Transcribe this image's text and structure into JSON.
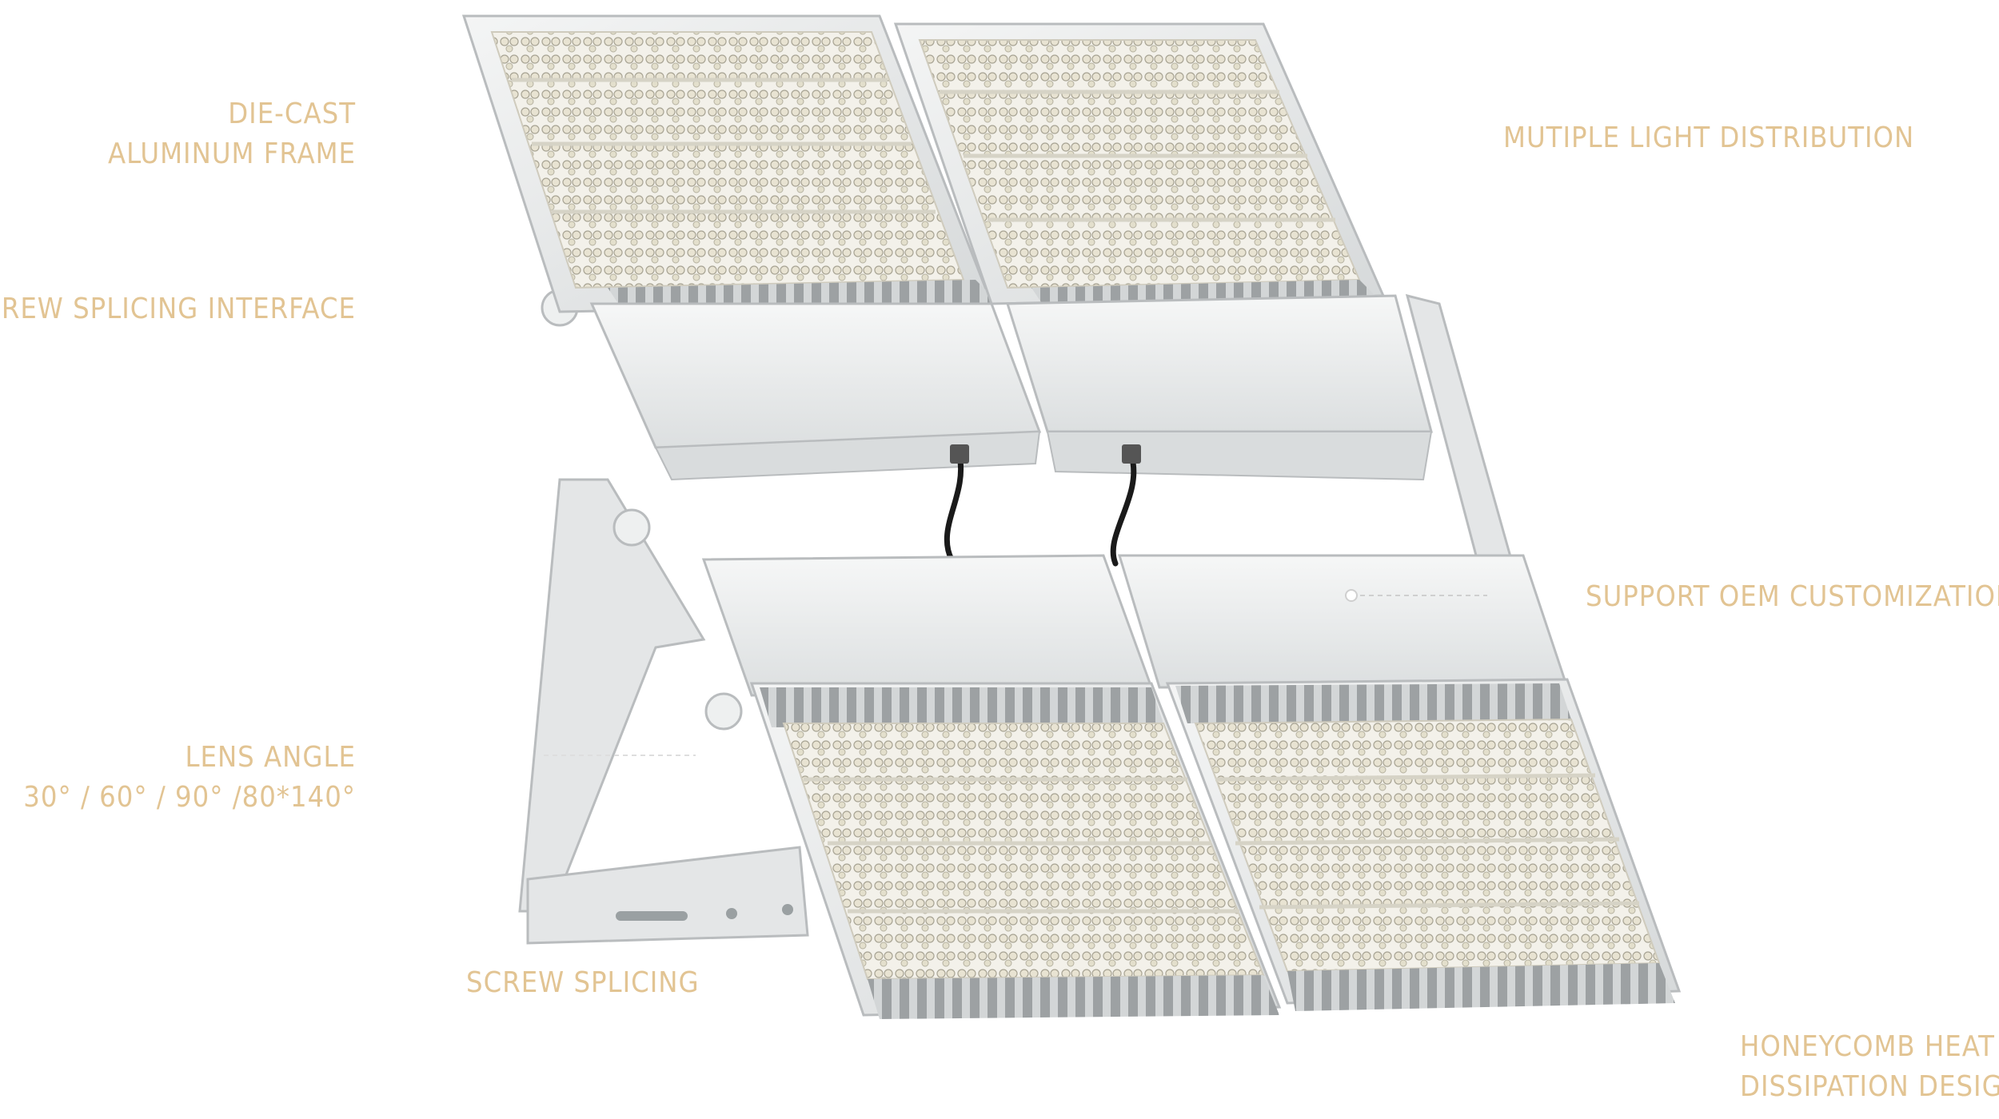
{
  "callouts": {
    "die_cast": [
      "DIE-CAST",
      "ALUMINUM FRAME"
    ],
    "screw_splicing_interface": "SCREW SPLICING INTERFACE",
    "lens_angle": [
      "LENS ANGLE",
      "30° / 60° / 90° /80*140°"
    ],
    "screw_splicing": "SCREW SPLICING",
    "multiple_light": "MUTIPLE LIGHT DISTRIBUTION",
    "oem": "SUPPORT OEM CUSTOMIZATION",
    "honeycomb": [
      "HONEYCOMB HEAT",
      "DISSIPATION DESIGN"
    ]
  },
  "colors": {
    "label": "#e2c493",
    "housing": "#eceeee",
    "housing_shadow": "#c9cccd",
    "lens": "#f7f5ee",
    "cable": "#1a1a1a"
  }
}
